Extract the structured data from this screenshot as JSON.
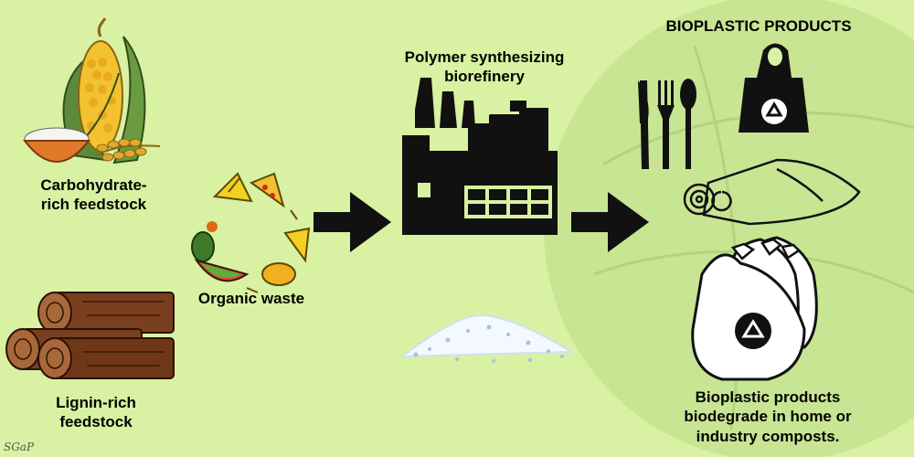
{
  "labels": {
    "carbohydrate_feedstock_line1": "Carbohydrate-",
    "carbohydrate_feedstock_line2": "rich feedstock",
    "lignin_feedstock_line1": "Lignin-rich",
    "lignin_feedstock_line2": "feedstock",
    "organic_waste": "Organic waste",
    "biorefinery_line1": "Polymer synthesizing",
    "biorefinery_line2": "biorefinery",
    "bioplastic_products_title": "BIOPLASTIC PRODUCTS",
    "biodegrade_line1": "Bioplastic products",
    "biodegrade_line2": "biodegrade in home or",
    "biodegrade_line3": "industry composts.",
    "signature": "SGaP"
  },
  "colors": {
    "background": "#d9f1a2",
    "circle": "#c2e08f",
    "black": "#000000"
  }
}
